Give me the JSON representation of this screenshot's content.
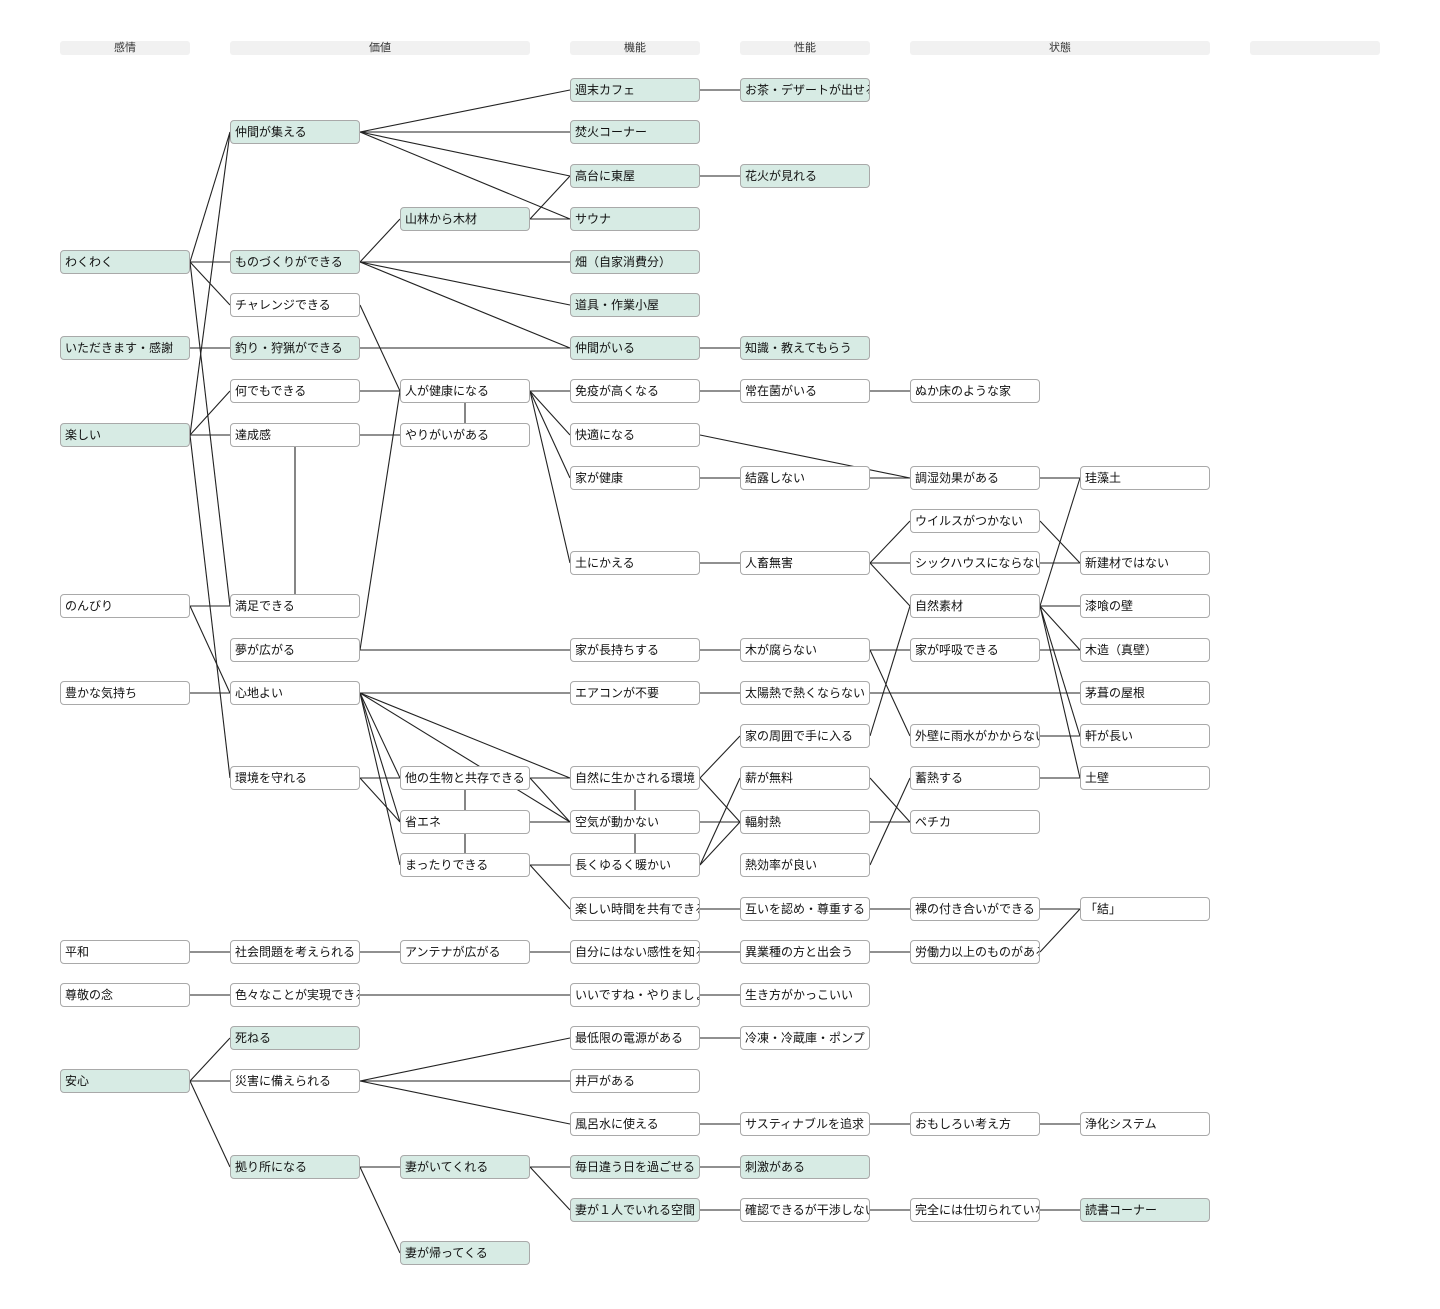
{
  "headers": [
    "感情",
    "価値",
    "機能",
    "性能",
    "状態",
    ""
  ],
  "nodes": [
    {
      "id": "n1",
      "text": "わくわく",
      "col": 0,
      "row": 262,
      "hl": true
    },
    {
      "id": "n2",
      "text": "いただきます・感謝",
      "col": 0,
      "row": 348,
      "hl": true
    },
    {
      "id": "n3",
      "text": "楽しい",
      "col": 0,
      "row": 435,
      "hl": true
    },
    {
      "id": "n4",
      "text": "のんびり",
      "col": 0,
      "row": 606,
      "hl": false
    },
    {
      "id": "n5",
      "text": "豊かな気持ち",
      "col": 0,
      "row": 693,
      "hl": false
    },
    {
      "id": "n6",
      "text": "平和",
      "col": 0,
      "row": 952,
      "hl": false
    },
    {
      "id": "n7",
      "text": "尊敬の念",
      "col": 0,
      "row": 995,
      "hl": false
    },
    {
      "id": "n8",
      "text": "安心",
      "col": 0,
      "row": 1081,
      "hl": true
    },
    {
      "id": "v1",
      "text": "仲間が集える",
      "col": 1,
      "row": 132,
      "hl": true
    },
    {
      "id": "v2",
      "text": "ものづくりができる",
      "col": 1,
      "row": 262,
      "hl": true
    },
    {
      "id": "v3",
      "text": "チャレンジできる",
      "col": 1,
      "row": 305,
      "hl": false
    },
    {
      "id": "v4",
      "text": "釣り・狩猟ができる",
      "col": 1,
      "row": 348,
      "hl": true
    },
    {
      "id": "v5",
      "text": "何でもできる",
      "col": 1,
      "row": 391,
      "hl": false
    },
    {
      "id": "v6",
      "text": "達成感",
      "col": 1,
      "row": 435,
      "hl": false
    },
    {
      "id": "v7",
      "text": "満足できる",
      "col": 1,
      "row": 606,
      "hl": false
    },
    {
      "id": "v8",
      "text": "夢が広がる",
      "col": 1,
      "row": 650,
      "hl": false
    },
    {
      "id": "v9",
      "text": "心地よい",
      "col": 1,
      "row": 693,
      "hl": false
    },
    {
      "id": "v10",
      "text": "環境を守れる",
      "col": 1,
      "row": 778,
      "hl": false
    },
    {
      "id": "v11",
      "text": "社会問題を考えられる",
      "col": 1,
      "row": 952,
      "hl": false
    },
    {
      "id": "v12",
      "text": "色々なことが実現できる",
      "col": 1,
      "row": 995,
      "hl": false
    },
    {
      "id": "v13",
      "text": "死ねる",
      "col": 1,
      "row": 1038,
      "hl": true
    },
    {
      "id": "v14",
      "text": "災害に備えられる",
      "col": 1,
      "row": 1081,
      "hl": false
    },
    {
      "id": "v15",
      "text": "拠り所になる",
      "col": 1,
      "row": 1167,
      "hl": true
    },
    {
      "id": "w1",
      "text": "山林から木材",
      "col": 2,
      "row": 219,
      "hl": true
    },
    {
      "id": "w2",
      "text": "人が健康になる",
      "col": 2,
      "row": 391,
      "hl": false
    },
    {
      "id": "w3",
      "text": "やりがいがある",
      "col": 2,
      "row": 435,
      "hl": false
    },
    {
      "id": "w4",
      "text": "他の生物と共存できる",
      "col": 2,
      "row": 778,
      "hl": false
    },
    {
      "id": "w5",
      "text": "省エネ",
      "col": 2,
      "row": 822,
      "hl": false
    },
    {
      "id": "w6",
      "text": "まったりできる",
      "col": 2,
      "row": 865,
      "hl": false
    },
    {
      "id": "w7",
      "text": "アンテナが広がる",
      "col": 2,
      "row": 952,
      "hl": false
    },
    {
      "id": "w8",
      "text": "妻がいてくれる",
      "col": 2,
      "row": 1167,
      "hl": true
    },
    {
      "id": "w9",
      "text": "妻が帰ってくる",
      "col": 2,
      "row": 1253,
      "hl": true
    },
    {
      "id": "f1",
      "text": "週末カフェ",
      "col": 3,
      "row": 90,
      "hl": true
    },
    {
      "id": "f2",
      "text": "焚火コーナー",
      "col": 3,
      "row": 132,
      "hl": true
    },
    {
      "id": "f3",
      "text": "高台に東屋",
      "col": 3,
      "row": 176,
      "hl": true
    },
    {
      "id": "f4",
      "text": "サウナ",
      "col": 3,
      "row": 219,
      "hl": true
    },
    {
      "id": "f5",
      "text": "畑（自家消費分）",
      "col": 3,
      "row": 262,
      "hl": true
    },
    {
      "id": "f6",
      "text": "道具・作業小屋",
      "col": 3,
      "row": 305,
      "hl": true
    },
    {
      "id": "f7",
      "text": "仲間がいる",
      "col": 3,
      "row": 348,
      "hl": true
    },
    {
      "id": "f8",
      "text": "免疫が高くなる",
      "col": 3,
      "row": 391,
      "hl": false
    },
    {
      "id": "f9",
      "text": "快適になる",
      "col": 3,
      "row": 435,
      "hl": false
    },
    {
      "id": "f10",
      "text": "家が健康",
      "col": 3,
      "row": 478,
      "hl": false
    },
    {
      "id": "f11",
      "text": "土にかえる",
      "col": 3,
      "row": 563,
      "hl": false
    },
    {
      "id": "f12",
      "text": "家が長持ちする",
      "col": 3,
      "row": 650,
      "hl": false
    },
    {
      "id": "f13",
      "text": "エアコンが不要",
      "col": 3,
      "row": 693,
      "hl": false
    },
    {
      "id": "f14",
      "text": "自然に生かされる環境",
      "col": 3,
      "row": 778,
      "hl": false
    },
    {
      "id": "f15",
      "text": "空気が動かない",
      "col": 3,
      "row": 822,
      "hl": false
    },
    {
      "id": "f16",
      "text": "長くゆるく暖かい",
      "col": 3,
      "row": 865,
      "hl": false
    },
    {
      "id": "f17",
      "text": "楽しい時間を共有できる",
      "col": 3,
      "row": 909,
      "hl": false
    },
    {
      "id": "f18",
      "text": "自分にはない感性を知る",
      "col": 3,
      "row": 952,
      "hl": false
    },
    {
      "id": "f19",
      "text": "いいですね・やりましょ",
      "col": 3,
      "row": 995,
      "hl": false
    },
    {
      "id": "f20",
      "text": "最低限の電源がある",
      "col": 3,
      "row": 1038,
      "hl": false
    },
    {
      "id": "f21",
      "text": "井戸がある",
      "col": 3,
      "row": 1081,
      "hl": false
    },
    {
      "id": "f22",
      "text": "風呂水に使える",
      "col": 3,
      "row": 1124,
      "hl": false
    },
    {
      "id": "f23",
      "text": "毎日違う日を過ごせる",
      "col": 3,
      "row": 1167,
      "hl": true
    },
    {
      "id": "f24",
      "text": "妻が１人でいれる空間",
      "col": 3,
      "row": 1210,
      "hl": true
    },
    {
      "id": "p1",
      "text": "お茶・デザートが出せる",
      "col": 4,
      "row": 90,
      "hl": true
    },
    {
      "id": "p2",
      "text": "花火が見れる",
      "col": 4,
      "row": 176,
      "hl": true
    },
    {
      "id": "p3",
      "text": "知識・教えてもらう",
      "col": 4,
      "row": 348,
      "hl": true
    },
    {
      "id": "p4",
      "text": "常在菌がいる",
      "col": 4,
      "row": 391,
      "hl": false
    },
    {
      "id": "p5",
      "text": "結露しない",
      "col": 4,
      "row": 478,
      "hl": false
    },
    {
      "id": "p6",
      "text": "人畜無害",
      "col": 4,
      "row": 563,
      "hl": false
    },
    {
      "id": "p7",
      "text": "木が腐らない",
      "col": 4,
      "row": 650,
      "hl": false
    },
    {
      "id": "p8",
      "text": "太陽熱で熱くならない",
      "col": 4,
      "row": 693,
      "hl": false
    },
    {
      "id": "p9",
      "text": "家の周囲で手に入る",
      "col": 4,
      "row": 736,
      "hl": false
    },
    {
      "id": "p10",
      "text": "薪が無料",
      "col": 4,
      "row": 778,
      "hl": false
    },
    {
      "id": "p11",
      "text": "輻射熱",
      "col": 4,
      "row": 822,
      "hl": false
    },
    {
      "id": "p12",
      "text": "熱効率が良い",
      "col": 4,
      "row": 865,
      "hl": false
    },
    {
      "id": "p13",
      "text": "互いを認め・尊重する",
      "col": 4,
      "row": 909,
      "hl": false
    },
    {
      "id": "p14",
      "text": "異業種の方と出会う",
      "col": 4,
      "row": 952,
      "hl": false
    },
    {
      "id": "p15",
      "text": "生き方がかっこいい",
      "col": 4,
      "row": 995,
      "hl": false
    },
    {
      "id": "p16",
      "text": "冷凍・冷蔵庫・ポンプ・",
      "col": 4,
      "row": 1038,
      "hl": false
    },
    {
      "id": "p17",
      "text": "サスティナブルを追求",
      "col": 4,
      "row": 1124,
      "hl": false
    },
    {
      "id": "p18",
      "text": "刺激がある",
      "col": 4,
      "row": 1167,
      "hl": true
    },
    {
      "id": "p19",
      "text": "確認できるが干渉しない",
      "col": 4,
      "row": 1210,
      "hl": false
    },
    {
      "id": "s1",
      "text": "ぬか床のような家",
      "col": 5,
      "row": 391,
      "hl": false
    },
    {
      "id": "s2",
      "text": "調湿効果がある",
      "col": 5,
      "row": 478,
      "hl": false
    },
    {
      "id": "s3",
      "text": "ウイルスがつかない",
      "col": 5,
      "row": 521,
      "hl": false
    },
    {
      "id": "s4",
      "text": "シックハウスにならない",
      "col": 5,
      "row": 563,
      "hl": false
    },
    {
      "id": "s5",
      "text": "自然素材",
      "col": 5,
      "row": 606,
      "hl": false
    },
    {
      "id": "s6",
      "text": "家が呼吸できる",
      "col": 5,
      "row": 650,
      "hl": false
    },
    {
      "id": "s7",
      "text": "外壁に雨水がかからない",
      "col": 5,
      "row": 736,
      "hl": false
    },
    {
      "id": "s8",
      "text": "蓄熱する",
      "col": 5,
      "row": 778,
      "hl": false
    },
    {
      "id": "s9",
      "text": "ペチカ",
      "col": 5,
      "row": 822,
      "hl": false
    },
    {
      "id": "s10",
      "text": "裸の付き合いができる",
      "col": 5,
      "row": 909,
      "hl": false
    },
    {
      "id": "s11",
      "text": "労働力以上のものがある",
      "col": 5,
      "row": 952,
      "hl": false
    },
    {
      "id": "s12",
      "text": "おもしろい考え方",
      "col": 5,
      "row": 1124,
      "hl": false
    },
    {
      "id": "s13",
      "text": "完全には仕切られていな",
      "col": 5,
      "row": 1210,
      "hl": false
    },
    {
      "id": "m1",
      "text": "珪藻土",
      "col": 6,
      "row": 478,
      "hl": false
    },
    {
      "id": "m2",
      "text": "新建材ではない",
      "col": 6,
      "row": 563,
      "hl": false
    },
    {
      "id": "m3",
      "text": "漆喰の壁",
      "col": 6,
      "row": 606,
      "hl": false
    },
    {
      "id": "m4",
      "text": "木造（真壁）",
      "col": 6,
      "row": 650,
      "hl": false
    },
    {
      "id": "m5",
      "text": "茅葺の屋根",
      "col": 6,
      "row": 693,
      "hl": false
    },
    {
      "id": "m6",
      "text": "軒が長い",
      "col": 6,
      "row": 736,
      "hl": false
    },
    {
      "id": "m7",
      "text": "土壁",
      "col": 6,
      "row": 778,
      "hl": false
    },
    {
      "id": "m8",
      "text": "「結」",
      "col": 6,
      "row": 909,
      "hl": false
    },
    {
      "id": "m9",
      "text": "浄化システム",
      "col": 6,
      "row": 1124,
      "hl": false
    },
    {
      "id": "m10",
      "text": "読書コーナー",
      "col": 6,
      "row": 1210,
      "hl": true
    }
  ],
  "edges": [
    [
      "n1",
      "v1"
    ],
    [
      "n1",
      "v2"
    ],
    [
      "n1",
      "v3"
    ],
    [
      "n1",
      "v7"
    ],
    [
      "n2",
      "v4"
    ],
    [
      "n3",
      "v5"
    ],
    [
      "n3",
      "v6"
    ],
    [
      "n3",
      "v10"
    ],
    [
      "n3",
      "v1"
    ],
    [
      "n4",
      "v7"
    ],
    [
      "n4",
      "v9"
    ],
    [
      "n5",
      "v9"
    ],
    [
      "n6",
      "v11"
    ],
    [
      "n7",
      "v12"
    ],
    [
      "n8",
      "v13"
    ],
    [
      "n8",
      "v14"
    ],
    [
      "n8",
      "v15"
    ],
    [
      "v1",
      "f1"
    ],
    [
      "v1",
      "f2"
    ],
    [
      "v1",
      "f3"
    ],
    [
      "v1",
      "f4"
    ],
    [
      "v2",
      "w1"
    ],
    [
      "v2",
      "f5"
    ],
    [
      "v2",
      "f6"
    ],
    [
      "v2",
      "f7"
    ],
    [
      "v3",
      "w2"
    ],
    [
      "v4",
      "f7"
    ],
    [
      "v5",
      "w2"
    ],
    [
      "v6",
      "w3"
    ],
    [
      "v6",
      "v7"
    ],
    [
      "v8",
      "f12"
    ],
    [
      "v8",
      "w2"
    ],
    [
      "v9",
      "f13"
    ],
    [
      "v9",
      "w4"
    ],
    [
      "v9",
      "w5"
    ],
    [
      "v9",
      "w6"
    ],
    [
      "v9",
      "f14"
    ],
    [
      "v9",
      "f15"
    ],
    [
      "v10",
      "w4"
    ],
    [
      "v10",
      "w5"
    ],
    [
      "v11",
      "w7"
    ],
    [
      "v12",
      "f19"
    ],
    [
      "v14",
      "f20"
    ],
    [
      "v14",
      "f21"
    ],
    [
      "v14",
      "f22"
    ],
    [
      "v15",
      "w8"
    ],
    [
      "v15",
      "w9"
    ],
    [
      "w1",
      "f3"
    ],
    [
      "w1",
      "f4"
    ],
    [
      "w2",
      "w3"
    ],
    [
      "w2",
      "f8"
    ],
    [
      "w2",
      "f9"
    ],
    [
      "w2",
      "f10"
    ],
    [
      "w2",
      "f11"
    ],
    [
      "w4",
      "f14"
    ],
    [
      "w4",
      "f15"
    ],
    [
      "w5",
      "f15"
    ],
    [
      "w6",
      "f16"
    ],
    [
      "w6",
      "f17"
    ],
    [
      "w6",
      "w4"
    ],
    [
      "w7",
      "f18"
    ],
    [
      "w8",
      "f23"
    ],
    [
      "w8",
      "f24"
    ],
    [
      "f1",
      "p1"
    ],
    [
      "f3",
      "p2"
    ],
    [
      "f7",
      "p3"
    ],
    [
      "f8",
      "p4"
    ],
    [
      "f9",
      "s2"
    ],
    [
      "f10",
      "p5"
    ],
    [
      "f11",
      "p6"
    ],
    [
      "f12",
      "p7"
    ],
    [
      "f13",
      "p8"
    ],
    [
      "f14",
      "p9"
    ],
    [
      "f14",
      "p11"
    ],
    [
      "f14",
      "f16"
    ],
    [
      "f15",
      "p11"
    ],
    [
      "f16",
      "p11"
    ],
    [
      "f16",
      "p10"
    ],
    [
      "f17",
      "p13"
    ],
    [
      "f18",
      "p14"
    ],
    [
      "f19",
      "p15"
    ],
    [
      "f20",
      "p16"
    ],
    [
      "f22",
      "p17"
    ],
    [
      "f23",
      "p18"
    ],
    [
      "f24",
      "p19"
    ],
    [
      "p4",
      "s1"
    ],
    [
      "p5",
      "s2"
    ],
    [
      "p6",
      "s3"
    ],
    [
      "p6",
      "s4"
    ],
    [
      "p6",
      "s5"
    ],
    [
      "p7",
      "s6"
    ],
    [
      "p7",
      "s7"
    ],
    [
      "p8",
      "m5"
    ],
    [
      "p9",
      "s5"
    ],
    [
      "p10",
      "s9"
    ],
    [
      "p11",
      "s9"
    ],
    [
      "p12",
      "s8"
    ],
    [
      "p13",
      "s10"
    ],
    [
      "p14",
      "s11"
    ],
    [
      "p17",
      "s12"
    ],
    [
      "p19",
      "s13"
    ],
    [
      "s2",
      "m1"
    ],
    [
      "s3",
      "m2"
    ],
    [
      "s4",
      "m2"
    ],
    [
      "s5",
      "m1"
    ],
    [
      "s5",
      "m3"
    ],
    [
      "s5",
      "m4"
    ],
    [
      "s5",
      "m6"
    ],
    [
      "s5",
      "m7"
    ],
    [
      "s6",
      "m4"
    ],
    [
      "s7",
      "m6"
    ],
    [
      "s8",
      "m7"
    ],
    [
      "s10",
      "m8"
    ],
    [
      "s11",
      "m8"
    ],
    [
      "s12",
      "m9"
    ],
    [
      "s13",
      "m10"
    ]
  ]
}
